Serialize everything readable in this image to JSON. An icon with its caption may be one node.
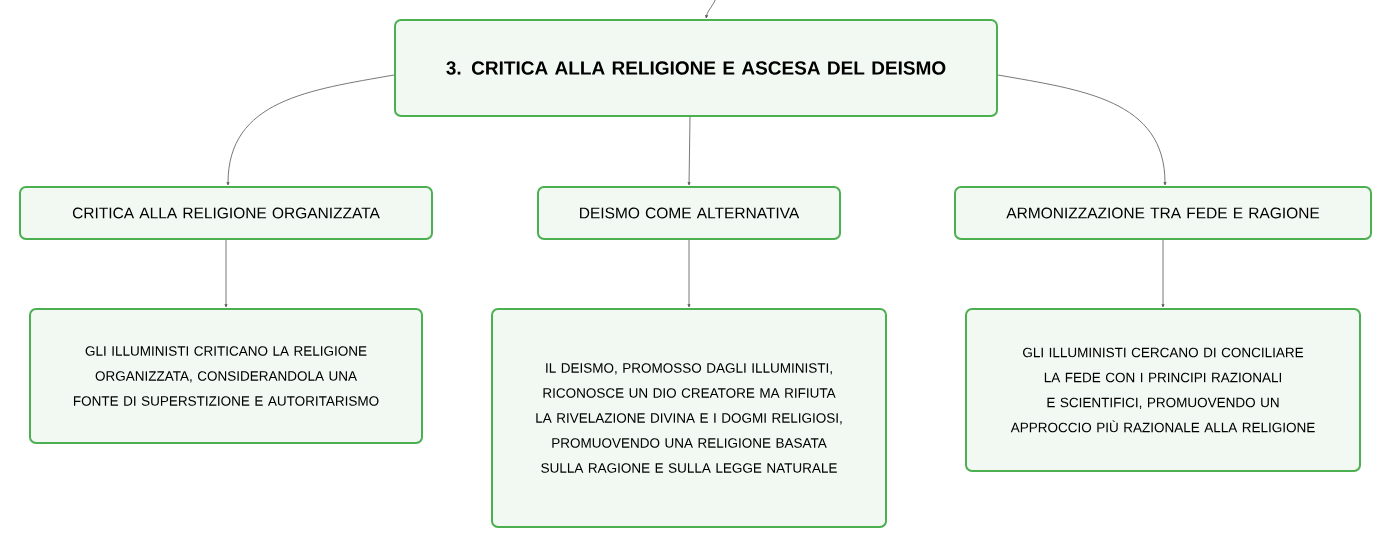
{
  "diagram": {
    "nodes": [
      {
        "text": [
          "3. CRITICA ALLA RELIGIONE E ASCESA DEL DEISMO"
        ]
      },
      {
        "text": [
          "CRITICA ALLA RELIGIONE ORGANIZZATA"
        ]
      },
      {
        "text": [
          "DEISMO COME ALTERNATIVA"
        ]
      },
      {
        "text": [
          "ARMONIZZAZIONE TRA FEDE E RAGIONE"
        ]
      },
      {
        "text": [
          "GLI ILLUMINISTI CRITICANO LA RELIGIONE ORGANIZZATA, CONSIDERANDOLA UNA FONTE DI SUPERSTIZIONE E AUTORITARISMO"
        ]
      },
      {
        "text": [
          "IL DEISMO, PROMOSSO DAGLI ILLUMINISTI, RICONOSCE UN DIO CREATORE MA RIFIUTA LA RIVELAZIONE DIVINA E I DOGMI RELIGIOSI, PROMUOVENDO UNA RELIGIONE BASATA SULLA RAGIONE E SULLA LEGGE NATURALE"
        ]
      },
      {
        "text": [
          "GLI ILLUMINISTI CERCANO DI CONCILIARE LA FEDE CON I PRINCIPI RAZIONALI E SCIENTIFICI, PROMUOVENDO UN APPROCCIO PIÙ RAZIONALE ALLA RELIGIONE"
        ]
      }
    ],
    "edges": [
      {
        "from": null,
        "to": 0,
        "arrow": "to"
      },
      {
        "from": 0,
        "to": 1,
        "arrow": "to"
      },
      {
        "from": 0,
        "to": 2,
        "arrow": "to"
      },
      {
        "from": 0,
        "to": 3,
        "arrow": "to"
      },
      {
        "from": 1,
        "to": 4,
        "arrow": "to"
      },
      {
        "from": 2,
        "to": 5,
        "arrow": "to"
      },
      {
        "from": 3,
        "to": 6,
        "arrow": "to"
      }
    ]
  }
}
